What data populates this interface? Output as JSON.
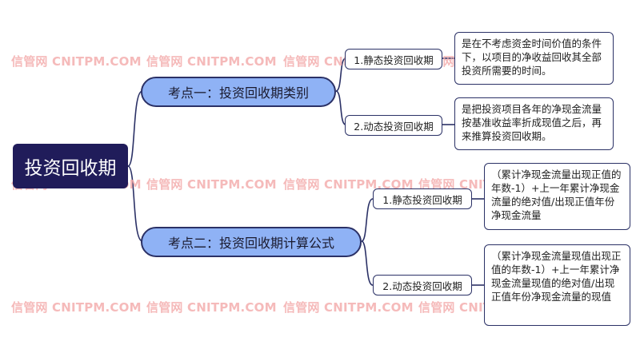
{
  "watermark": "信管网 CNITPM.COM",
  "root": {
    "label": "投资回收期"
  },
  "topics": [
    {
      "label": "考点一：投资回收期类别",
      "children": [
        {
          "label": "1.静态投资回收期",
          "desc": "是在不考虑资金时间价值的条件下，以项目的净收益回收其全部投资所需要的时间。"
        },
        {
          "label": "2.动态投资回收期",
          "desc": "是把投资项目各年的净现金流量按基准收益率折成现值之后，再来推算投资回收期。"
        }
      ]
    },
    {
      "label": "考点二：投资回收期计算公式",
      "children": [
        {
          "label": "1.静态投资回收期",
          "desc": "（累计净现金流量出现正值的年数-1）+上一年累计净现金流量的绝对值/出现正值年份净现金流量"
        },
        {
          "label": "2.动态投资回收期",
          "desc": "（累计净现金流量现值出现正值的年数-1）+上一年累计净现金流量现值的绝对值/出现正值年份净现金流量的现值"
        }
      ]
    }
  ],
  "colors": {
    "root": "#201c5a",
    "topic": "#8fb2f5",
    "line": "#2b3166",
    "watermark": "#f3a9a9"
  }
}
